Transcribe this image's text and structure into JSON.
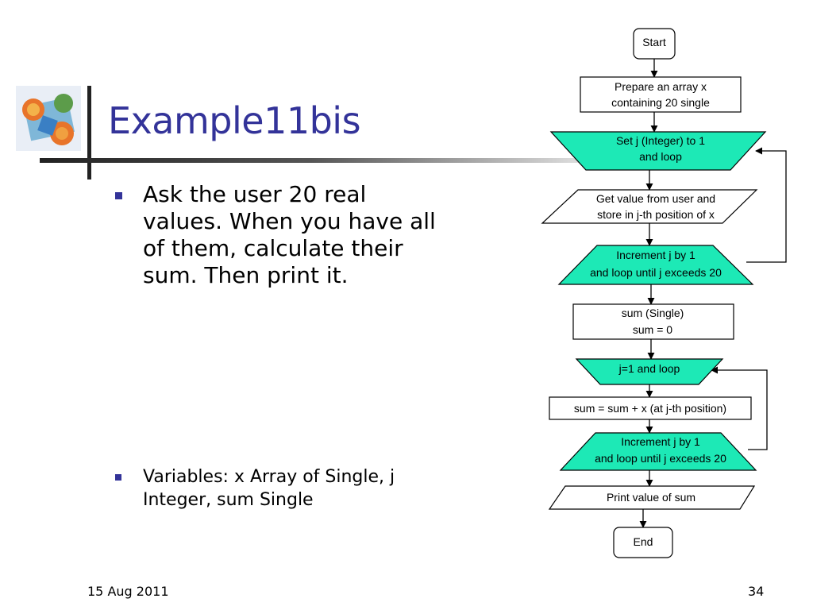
{
  "title": "Example11bis",
  "bullets": [
    {
      "text": "Ask the user 20 real values. When you have all of them, calculate their sum. Then print it."
    },
    {
      "text": "Variables: x Array of Single, j Integer, sum Single"
    }
  ],
  "footer": {
    "date": "15 Aug 2011",
    "page": "34"
  },
  "colors": {
    "title": "#333399",
    "bullet": "#333399",
    "loop_fill": "#1de9b6"
  },
  "flowchart": {
    "start": "Start",
    "prepare_array": [
      "Prepare an array x",
      "containing 20 single"
    ],
    "loop1_start": [
      "Set j (Integer) to 1",
      "and loop"
    ],
    "input": [
      "Get value from user and",
      "store in j-th position of x"
    ],
    "loop1_end": [
      "Increment j by 1",
      "and loop until j exceeds 20"
    ],
    "declare_sum": [
      "sum (Single)",
      "sum = 0"
    ],
    "loop2_start": "j=1 and loop",
    "accumulate": "sum =  sum + x (at j-th position)",
    "loop2_end": [
      "Increment j by 1",
      "and loop until j exceeds 20"
    ],
    "output": "Print value of sum",
    "end": "End"
  }
}
